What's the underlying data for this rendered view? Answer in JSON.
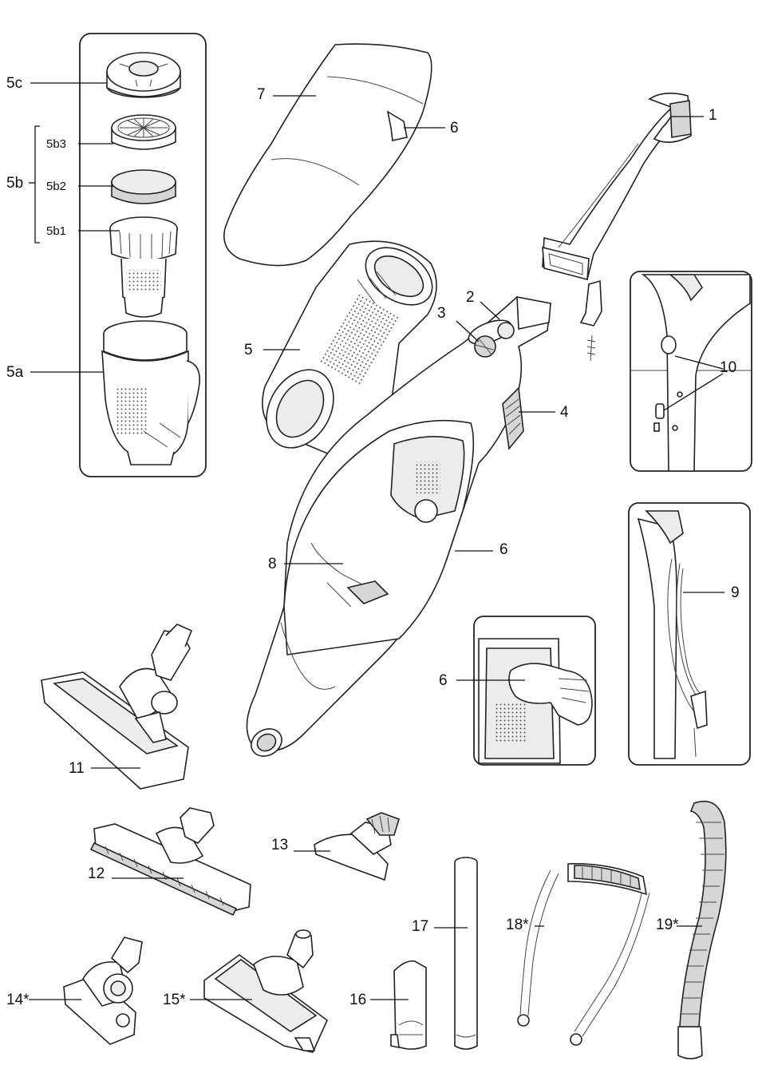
{
  "callouts": {
    "c1": "1",
    "c2": "2",
    "c3": "3",
    "c4": "4",
    "c5": "5",
    "c5a": "5a",
    "c5b": "5b",
    "c5b1": "5b1",
    "c5b2": "5b2",
    "c5b3": "5b3",
    "c5c": "5c",
    "c6_bin": "6",
    "c6_body": "6",
    "c6_inset": "6",
    "c7": "7",
    "c8": "8",
    "c9": "9",
    "c10": "10",
    "c11": "11",
    "c12": "12",
    "c13": "13",
    "c14": "14*",
    "c15": "15*",
    "c16": "16",
    "c17": "17",
    "c18": "18*",
    "c19": "19*"
  }
}
